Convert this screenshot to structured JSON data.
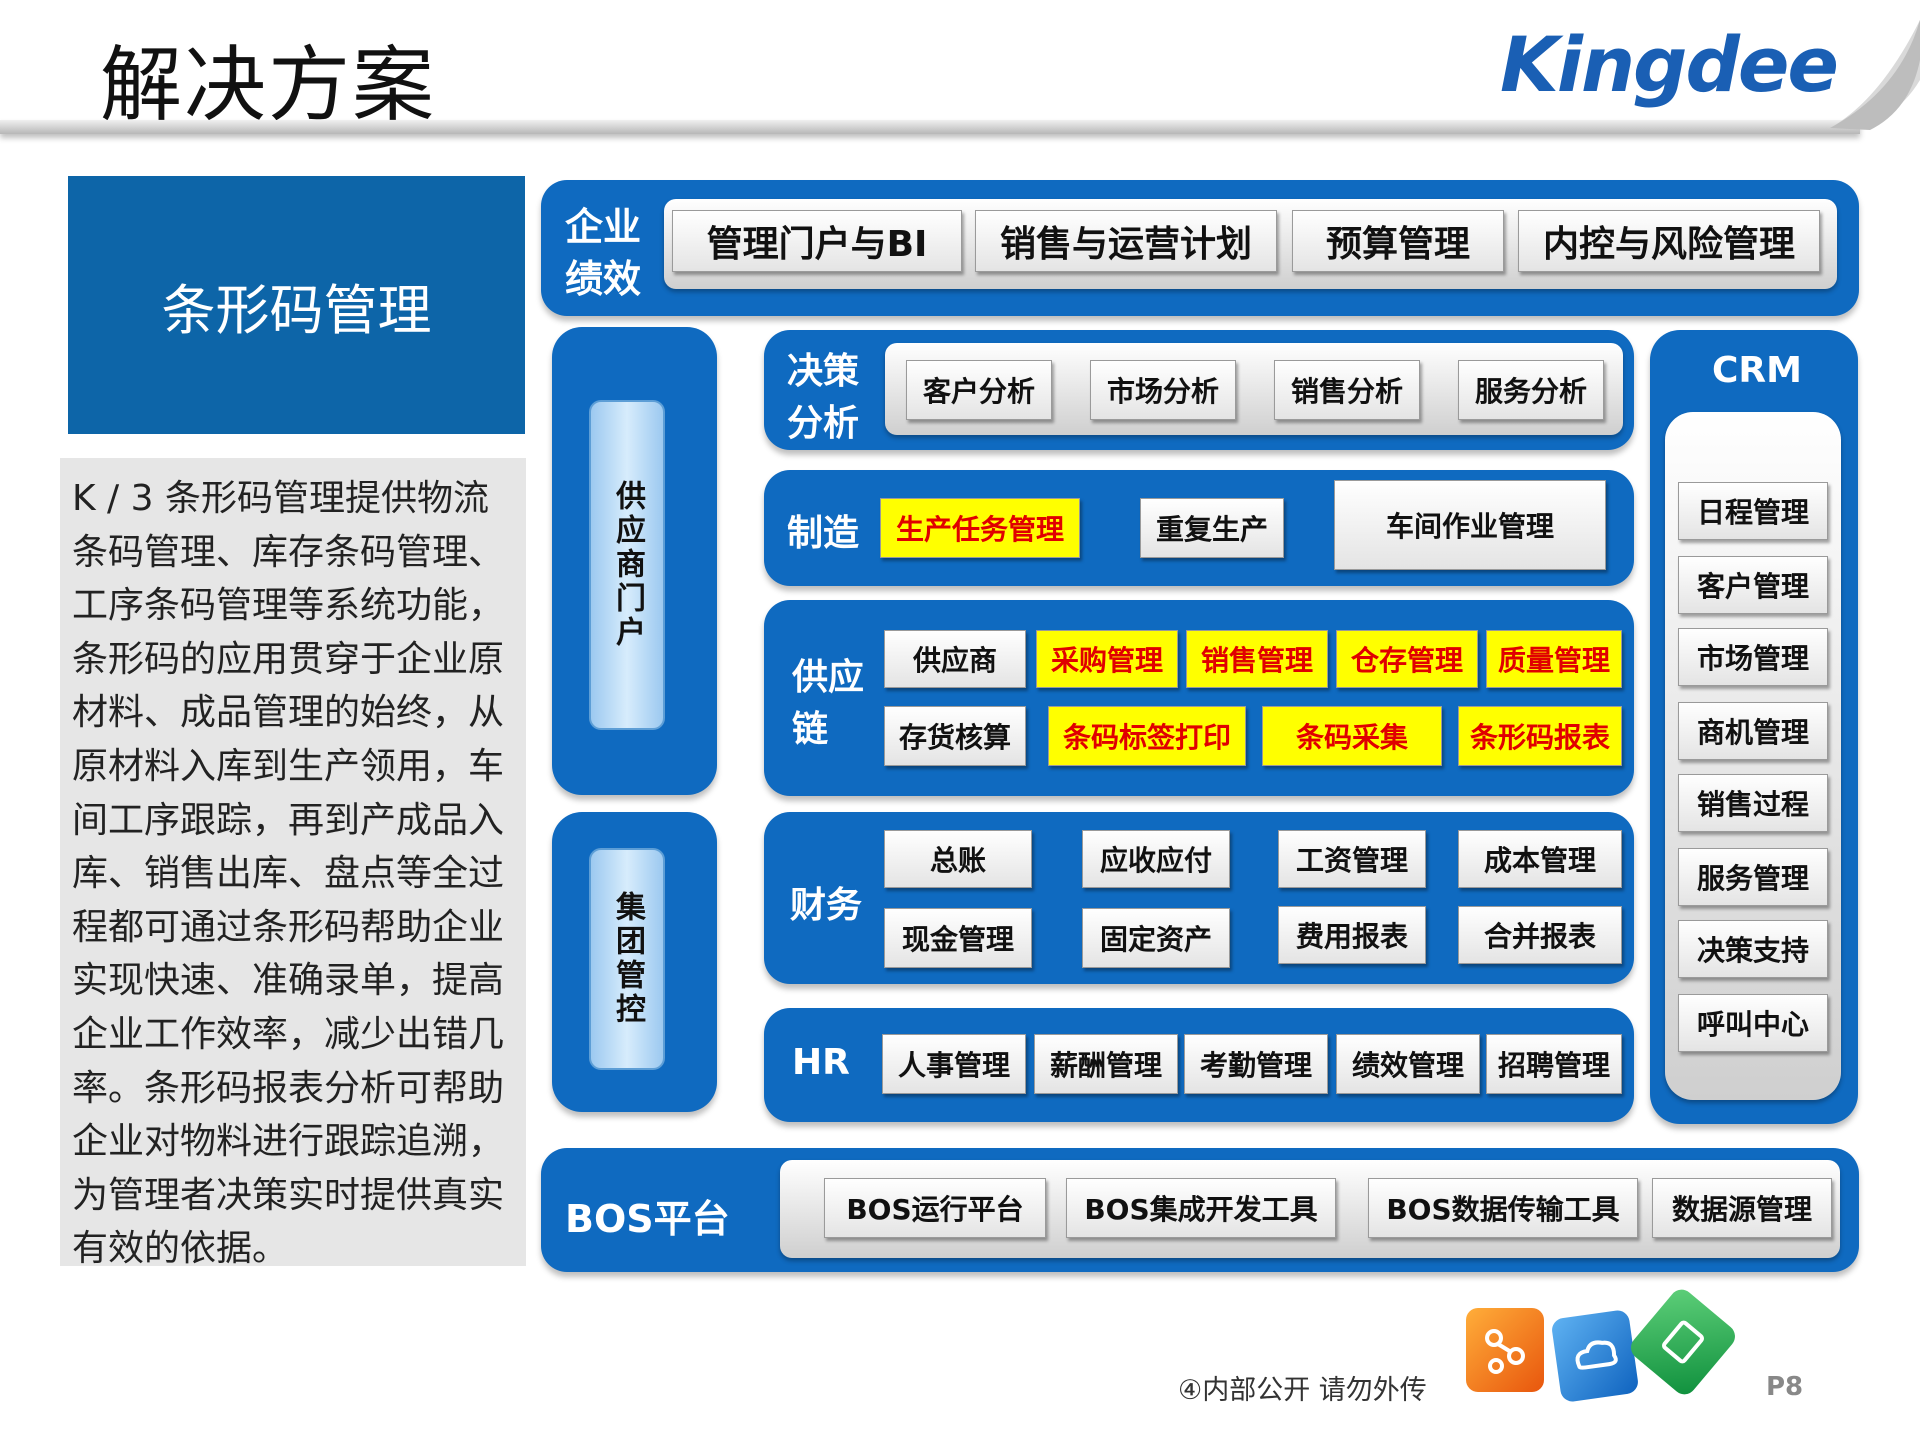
{
  "header": {
    "title": "解决方案",
    "logo_text": "Kingdee"
  },
  "left_panel": {
    "heading": "条形码管理",
    "description": "K / 3 条形码管理提供物流条码管理、库存条码管理、工序条码管理等系统功能，条形码的应用贯穿于企业原材料、成品管理的始终，从原材料入库到生产领用，车间工序跟踪，再到产成品入库、销售出库、盘点等全过程都可通过条形码帮助企业实现快速、准确录单，提高企业工作效率，减少出错几率。条形码报表分析可帮助企业对物料进行跟踪追溯，为管理者决策实时提供真实有效的依据。"
  },
  "diagram": {
    "enterprise": {
      "label_line1": "企业",
      "label_line2": "绩效",
      "items": [
        "管理门户与BI",
        "销售与运营计划",
        "预算管理",
        "内控与风险管理"
      ]
    },
    "supplier_portal": {
      "label": "供应商门户"
    },
    "group_control": {
      "label": "集团管控"
    },
    "decision": {
      "label_line1": "决策",
      "label_line2": "分析",
      "items": [
        "客户分析",
        "市场分析",
        "销售分析",
        "服务分析"
      ]
    },
    "manufacturing": {
      "label": "制造",
      "items": [
        "生产任务管理",
        "重复生产",
        "车间作业管理"
      ]
    },
    "supply_chain": {
      "label_line1": "供应",
      "label_line2": "链",
      "row1": [
        "供应商",
        "采购管理",
        "销售管理",
        "仓存管理",
        "质量管理"
      ],
      "row2": [
        "存货核算",
        "条码标签打印",
        "条码采集",
        "条形码报表"
      ]
    },
    "finance": {
      "label": "财务",
      "row1": [
        "总账",
        "应收应付",
        "工资管理",
        "成本管理"
      ],
      "row2": [
        "现金管理",
        "固定资产",
        "费用报表",
        "合并报表"
      ]
    },
    "hr": {
      "label": "HR",
      "items": [
        "人事管理",
        "薪酬管理",
        "考勤管理",
        "绩效管理",
        "招聘管理"
      ]
    },
    "crm": {
      "label": "CRM",
      "items": [
        "日程管理",
        "客户管理",
        "市场管理",
        "商机管理",
        "销售过程",
        "服务管理",
        "决策支持",
        "呼叫中心"
      ]
    },
    "bos": {
      "label": "BOS平台",
      "items": [
        "BOS运行平台",
        "BOS集成开发工具",
        "BOS数据传输工具",
        "数据源管理"
      ]
    }
  },
  "footer": {
    "confidential": "④内部公开 请勿外传",
    "page": "P8"
  },
  "colors": {
    "band_blue": "#0f6ac0",
    "title_block_blue": "#0d65a8",
    "highlight_fill": "#ffff00",
    "highlight_text": "#e00000"
  }
}
